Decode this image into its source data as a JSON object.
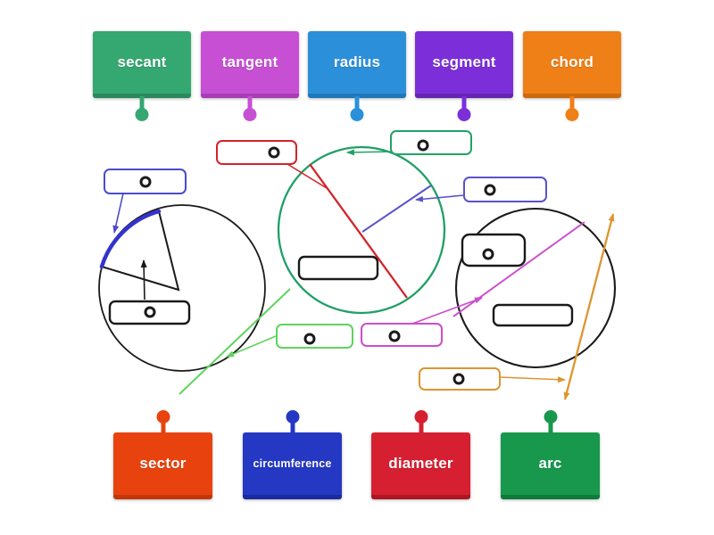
{
  "tiles": {
    "top": [
      {
        "id": "secant",
        "label": "secant",
        "color": "#35a771",
        "edge": "#2b8a5d"
      },
      {
        "id": "tangent",
        "label": "tangent",
        "color": "#c64fd4",
        "edge": "#a83db6"
      },
      {
        "id": "radius",
        "label": "radius",
        "color": "#2b90d9",
        "edge": "#1f78ba"
      },
      {
        "id": "segment",
        "label": "segment",
        "color": "#7c2fd9",
        "edge": "#6526b3"
      },
      {
        "id": "chord",
        "label": "chord",
        "color": "#ef7f17",
        "edge": "#cb690d"
      }
    ],
    "bottom": [
      {
        "id": "sector",
        "label": "sector",
        "color": "#e8430f",
        "edge": "#c2360a"
      },
      {
        "id": "circumference",
        "label": "circumference",
        "color": "#2438c4",
        "edge": "#1b2b9e"
      },
      {
        "id": "diameter",
        "label": "diameter",
        "color": "#d62031",
        "edge": "#ad1723"
      },
      {
        "id": "arc",
        "label": "arc",
        "color": "#17984d",
        "edge": "#0f7a3b"
      }
    ]
  },
  "diagram": {
    "colors": {
      "ink": "#1a1a1a",
      "arc_highlight": "#3333cc",
      "arc_box": "#4b4bcc",
      "secant_line": "#d42328",
      "mid_circle": "#1fa065",
      "circumference_box": "#21a366",
      "radius_line": "#5a52cc",
      "tangent_line": "#5fd35f",
      "chord_line": "#cc4ecc",
      "orange_line": "#dd9530"
    }
  }
}
